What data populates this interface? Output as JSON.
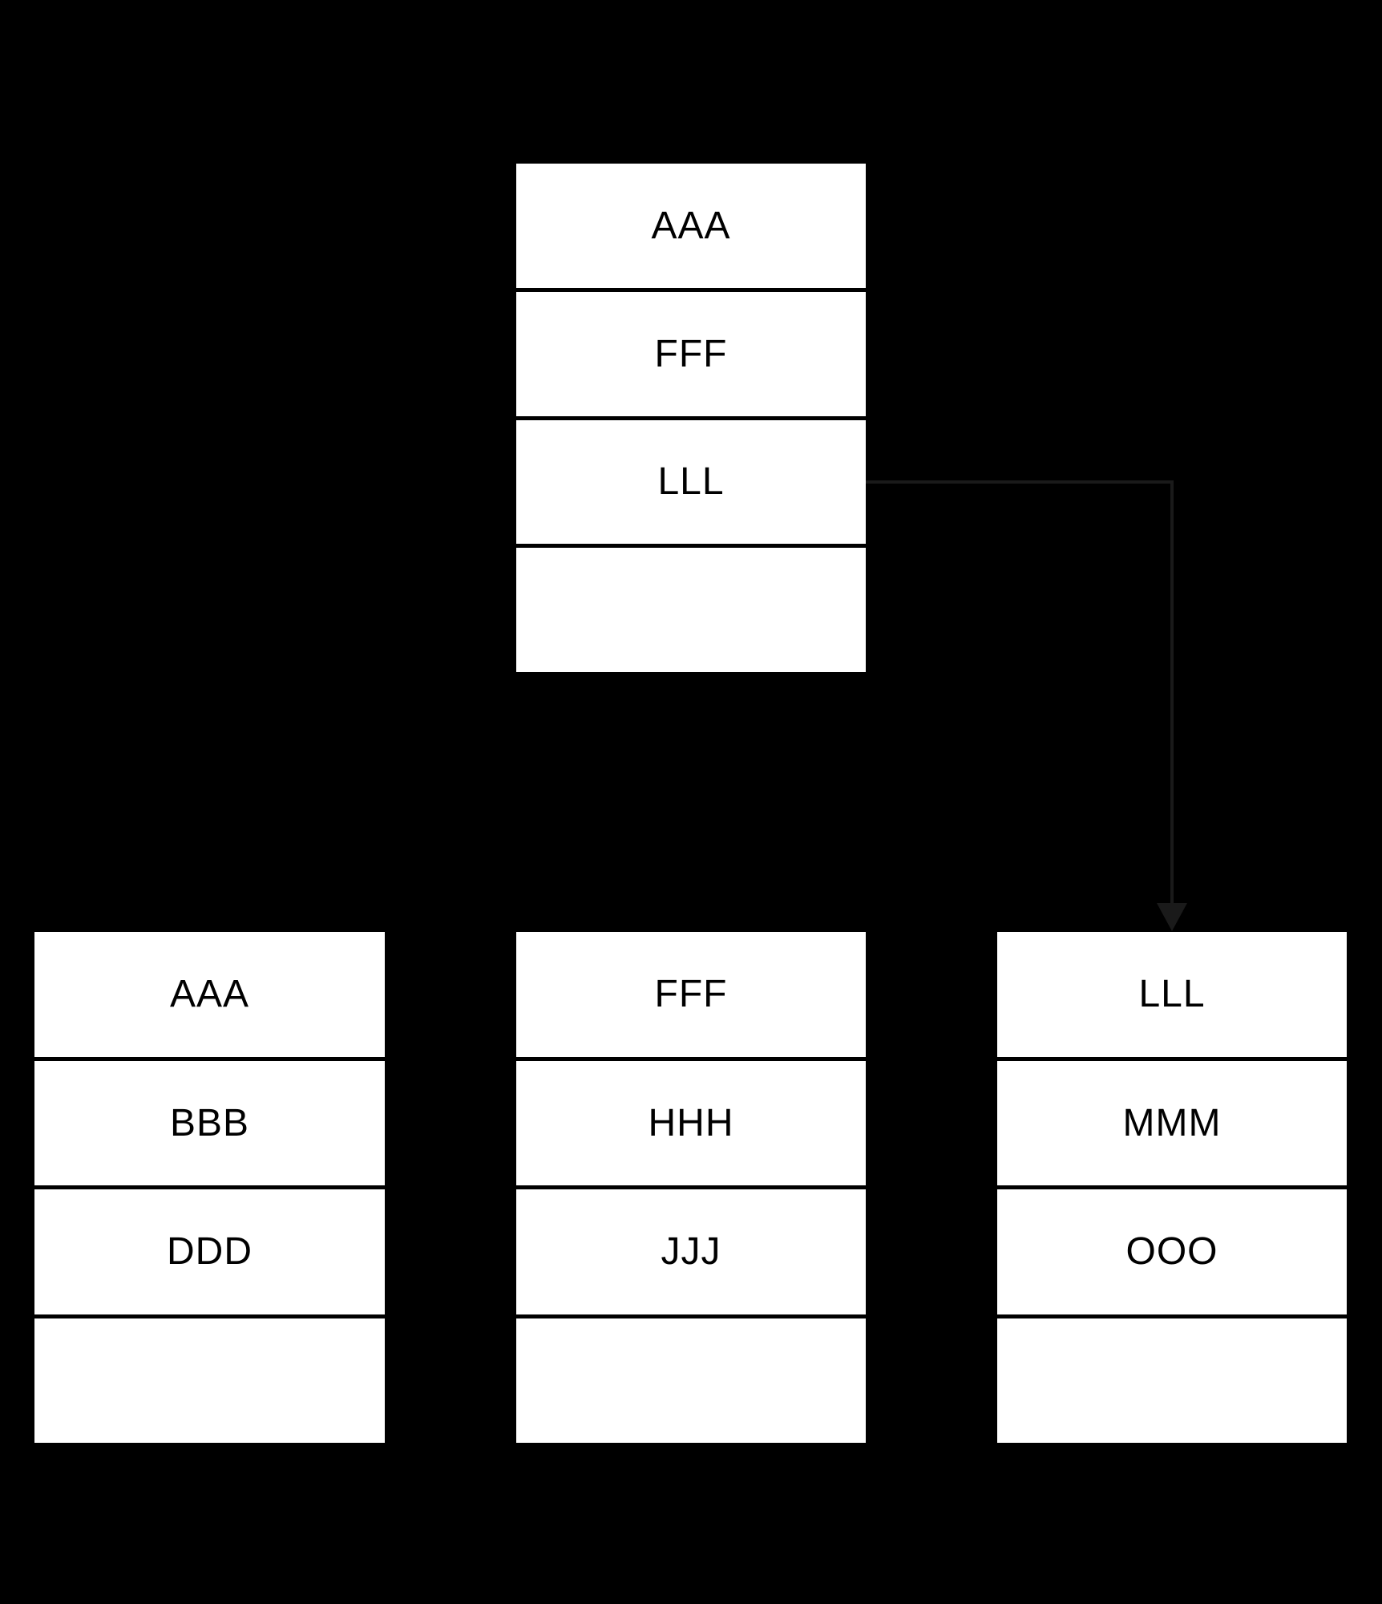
{
  "diagram": {
    "type": "btree-index-diagram",
    "colors": {
      "bg": "#000000",
      "fill": "#ffffff",
      "text": "#000000",
      "divider": "#000000",
      "arrow": "#1a1a1a"
    },
    "nodes": {
      "root": {
        "rows": [
          "AAA",
          "FFF",
          "LLL",
          ""
        ]
      },
      "leaf_left": {
        "rows": [
          "AAA",
          "BBB",
          "DDD",
          ""
        ]
      },
      "leaf_middle": {
        "rows": [
          "FFF",
          "HHH",
          "JJJ",
          ""
        ]
      },
      "leaf_right": {
        "rows": [
          "LLL",
          "MMM",
          "OOO",
          ""
        ]
      }
    },
    "arrow": {
      "from": "root.LLL",
      "to": "leaf_right"
    }
  }
}
